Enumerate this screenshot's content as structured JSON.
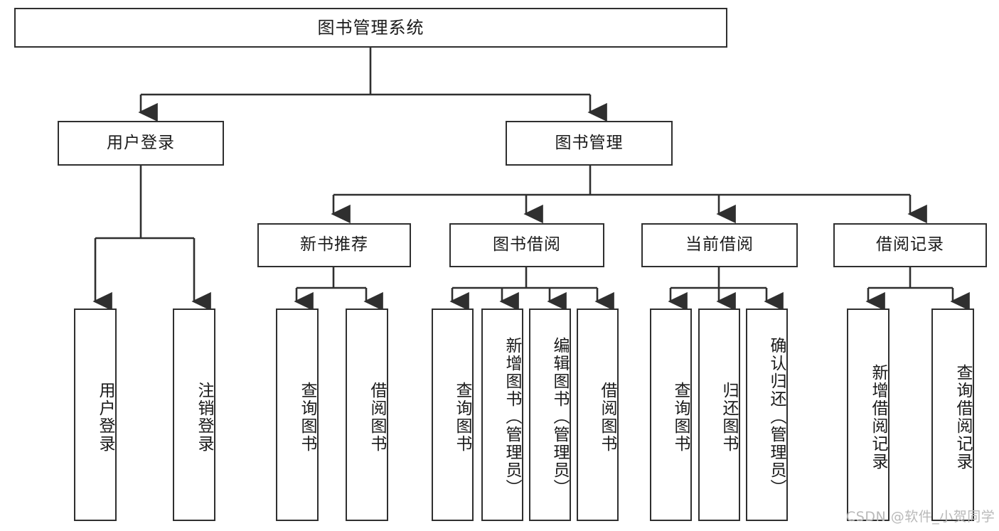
{
  "diagram": {
    "title": "图书管理系统",
    "watermark": "CSDN @软件_小贺同学",
    "line_color": "#2f2f2f",
    "box_fill": "#ffffff",
    "text_color": "#1a1a1a",
    "watermark_color": "#b9b9b9"
  },
  "nodes": {
    "root": {
      "label": "图书管理系统"
    },
    "level2": [
      {
        "label": "用户登录"
      },
      {
        "label": "图书管理"
      }
    ],
    "level3": [
      {
        "label": "新书推荐"
      },
      {
        "label": "图书借阅"
      },
      {
        "label": "当前借阅"
      },
      {
        "label": "借阅记录"
      }
    ],
    "leaves": {
      "user_login": [
        {
          "label": "用户登录"
        },
        {
          "label": "注销登录"
        }
      ],
      "new_book": [
        {
          "label": "查询图书"
        },
        {
          "label": "借阅图书"
        }
      ],
      "book_borrow": [
        {
          "label": "查询图书"
        },
        {
          "label": "新增图书（管理员）"
        },
        {
          "label": "编辑图书（管理员）"
        },
        {
          "label": "借阅图书"
        }
      ],
      "current_borrow": [
        {
          "label": "查询图书"
        },
        {
          "label": "归还图书"
        },
        {
          "label": "确认归还（管理员）"
        }
      ],
      "borrow_record": [
        {
          "label": "新增借阅记录"
        },
        {
          "label": "查询借阅记录"
        }
      ]
    }
  }
}
